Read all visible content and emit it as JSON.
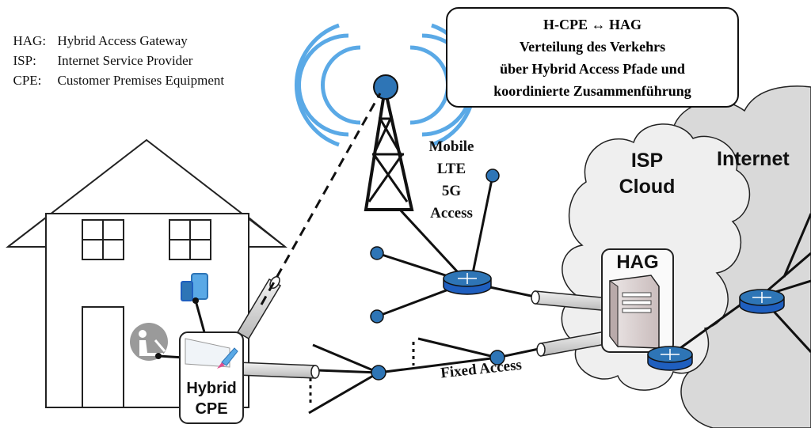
{
  "legend": [
    {
      "abbr": "HAG:",
      "text": "Hybrid Access Gateway"
    },
    {
      "abbr": "ISP:",
      "text": "Internet Service Provider"
    },
    {
      "abbr": "CPE:",
      "text": "Customer Premises Equipment"
    }
  ],
  "info_box": {
    "line1": "H-CPE ↔ HAG",
    "line2": "Verteilung des Verkehrs",
    "line3": "über Hybrid Access Pfade und",
    "line4": "koordinierte Zusammenführung"
  },
  "labels": {
    "mobile": [
      "Mobile",
      "LTE",
      "5G",
      "Access"
    ],
    "fixed": "Fixed Access",
    "isp_cloud": [
      "ISP",
      "Cloud"
    ],
    "internet": "Internet",
    "hag": "HAG",
    "cpe": [
      "Hybrid",
      "CPE"
    ]
  },
  "colors": {
    "node_blue": "#2e75b6",
    "router_blue": "#1f5fbf",
    "signal_blue": "#5aa9e6",
    "cloud_gray": "#e4e4e4",
    "tube_gray": "#d0d0d0"
  }
}
